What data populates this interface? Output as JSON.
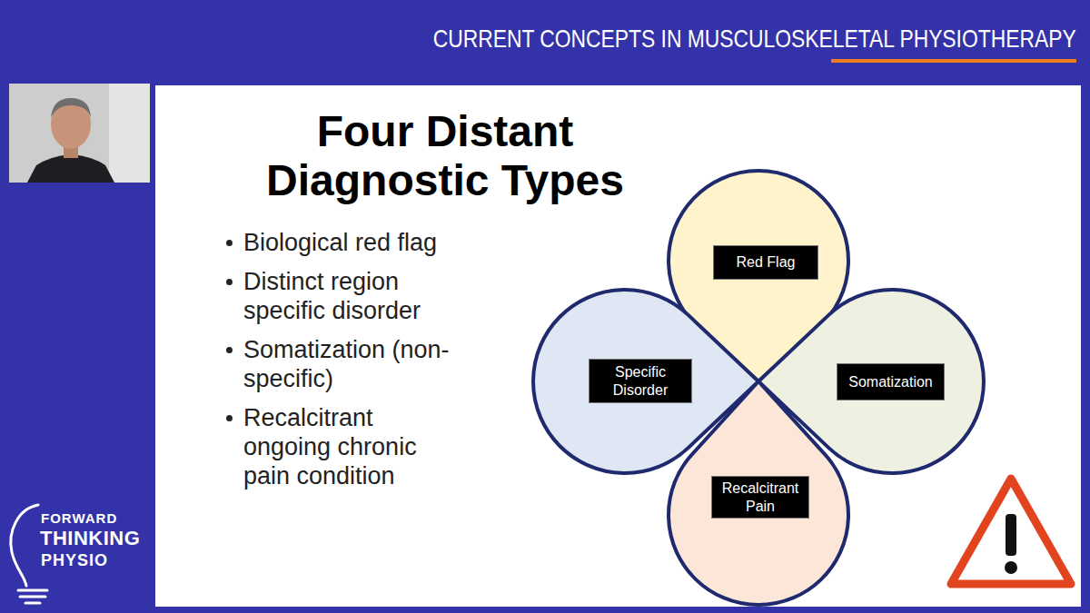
{
  "diagram": {
    "title": "Four Distant Diagnostic Types",
    "nodes": [
      {
        "text": [
          "Red Flag"
        ]
      },
      {
        "text": [
          "Specific Disorder"
        ]
      },
      {
        "text": [
          "Somatization"
        ]
      },
      {
        "text": [
          "Recalcitrant Pain"
        ]
      }
    ],
    "labels": [
      "CURRENT CONCEPTS IN MUSCULOSKELETAL PHYSIOTHERAPY",
      "Biological red flag",
      "Distinct region specific disorder",
      "Somatization (non-specific)",
      "Recalcitrant ongoing chronic pain condition",
      "FORWARD",
      "THINKING",
      "PHYSIO"
    ]
  }
}
